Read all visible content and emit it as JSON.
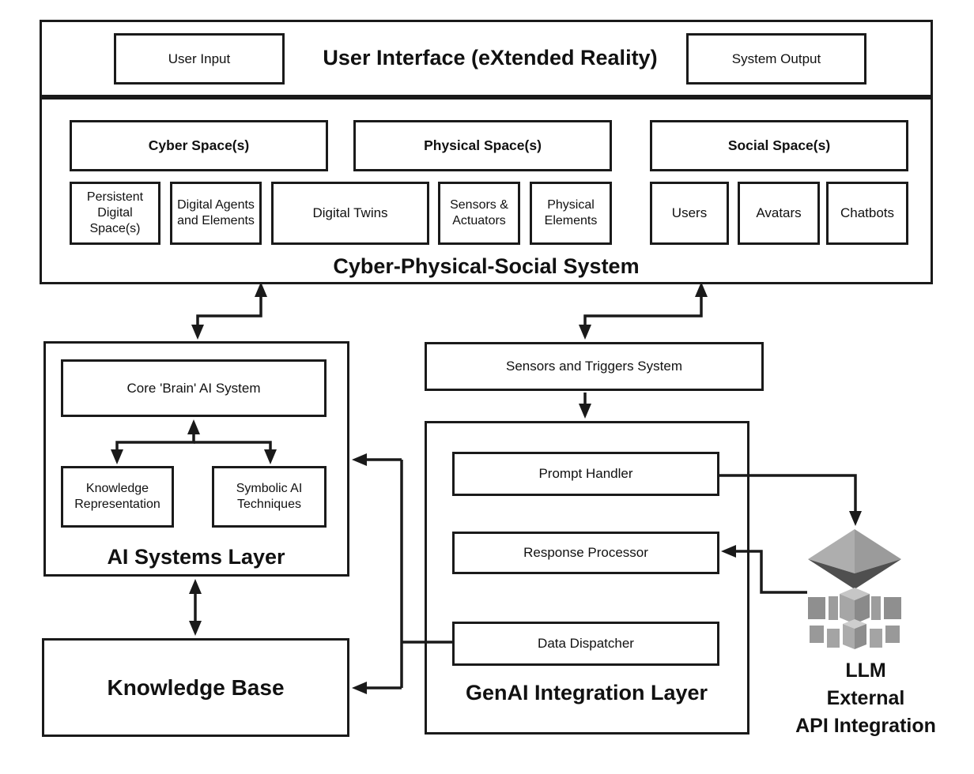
{
  "canvas": {
    "ink": "#1a1a1a",
    "paper": "#ffffff"
  },
  "ui_layer": {
    "title": "User Interface (eXtended Reality)",
    "user_input": "User Input",
    "system_output": "System Output"
  },
  "cps": {
    "label": "Cyber-Physical-Social System",
    "headers": [
      {
        "label": "Cyber Space(s)"
      },
      {
        "label": "Physical Space(s)"
      },
      {
        "label": "Social Space(s)"
      }
    ],
    "components": [
      {
        "label": "Persistent Digital Space(s)"
      },
      {
        "label": "Digital Agents and Elements"
      },
      {
        "label": "Digital Twins"
      },
      {
        "label": "Sensors & Actuators"
      },
      {
        "label": "Physical Elements"
      },
      {
        "label": "Users"
      },
      {
        "label": "Avatars"
      },
      {
        "label": "Chatbots"
      }
    ]
  },
  "ai_layer": {
    "label": "AI Systems Layer",
    "core": "Core 'Brain' AI System",
    "children": [
      {
        "label": "Knowledge Representation"
      },
      {
        "label": "Symbolic AI Techniques"
      }
    ]
  },
  "sensors_triggers": {
    "label": "Sensors and Triggers System"
  },
  "genai_layer": {
    "label": "GenAI Integration Layer",
    "prompt_handler": "Prompt Handler",
    "response_processor": "Response Processor",
    "data_dispatcher": "Data Dispatcher"
  },
  "knowledge_base": {
    "label": "Knowledge Base"
  },
  "llm": {
    "icon": "llm-stack-icon",
    "label_line1": "LLM",
    "label_line2": "External",
    "label_line3": "API Integration",
    "colors": {
      "light": "#c6c6c6",
      "mid": "#9b9b9b",
      "dark": "#4f4f4f"
    }
  }
}
